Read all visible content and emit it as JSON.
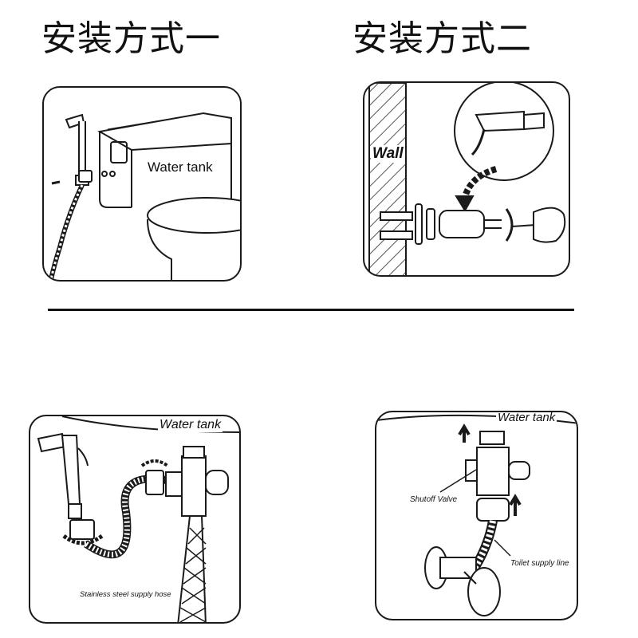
{
  "headings": {
    "method_one": "安装方式一",
    "method_two": "安装方式二"
  },
  "panel_tank_mount": {
    "label": "Water tank"
  },
  "panel_wall_mount": {
    "label": "Wall"
  },
  "panel_hose_connect": {
    "tank_label": "Water tank",
    "hose_label": "Stainless steel supply hose"
  },
  "panel_valve_detail": {
    "tank_label": "Water tank",
    "valve_label": "Shutoff Valve",
    "supply_label": "Toilet supply line"
  },
  "colors": {
    "line": "#1a1a1a",
    "background": "#ffffff",
    "hatch": "#555555"
  }
}
